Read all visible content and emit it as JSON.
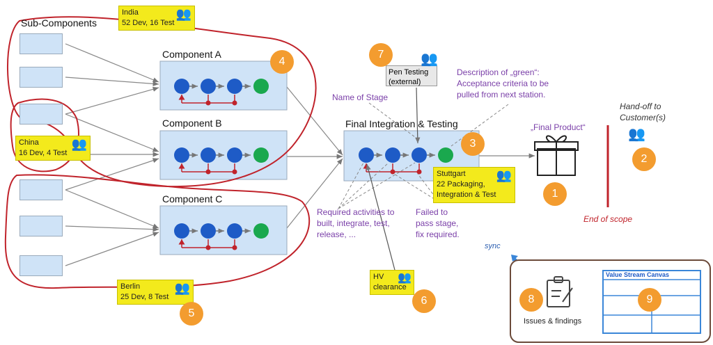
{
  "labels": {
    "sub_components": "Sub-Components",
    "component_a": "Component A",
    "component_b": "Component B",
    "component_c": "Component C",
    "final_integration": "Final Integration & Testing",
    "final_product": "„Final Product“",
    "handoff": "Hand-off to Customer(s)",
    "end_of_scope": "End of scope",
    "name_of_stage": "Name of Stage",
    "description_green": "Description of „green“: Acceptance criteria to be pulled from next station.",
    "required_activities": "Required activities to built, integrate, test, release, ...",
    "failed_to_pass": "Failed to pass stage, fix required.",
    "sync": "sync",
    "issues_findings": "Issues & findings",
    "value_stream_canvas": "Value Stream Canvas"
  },
  "teams": {
    "india": {
      "name": "India",
      "detail": "52 Dev, 16 Test"
    },
    "china": {
      "name": "China",
      "detail": "16 Dev, 4 Test"
    },
    "berlin": {
      "name": "Berlin",
      "detail": "25 Dev, 8 Test"
    },
    "stuttgart": {
      "name": "Stuttgart",
      "detail1": "22 Packaging,",
      "detail2": "Integration & Test"
    },
    "hv": {
      "name": "HV",
      "detail": "clearance"
    }
  },
  "pen_testing": {
    "line1": "Pen Testing",
    "line2": "(external)"
  },
  "badges": [
    "1",
    "2",
    "3",
    "4",
    "5",
    "6",
    "7",
    "8",
    "9"
  ],
  "colors": {
    "accent": "#f39c2f",
    "sticky": "#f3ea1c",
    "stage_node": "#1e5bc6",
    "done_node": "#1aa84e",
    "loop": "#c0232b",
    "purple": "#7a3fa8",
    "box": "#cfe3f7"
  }
}
